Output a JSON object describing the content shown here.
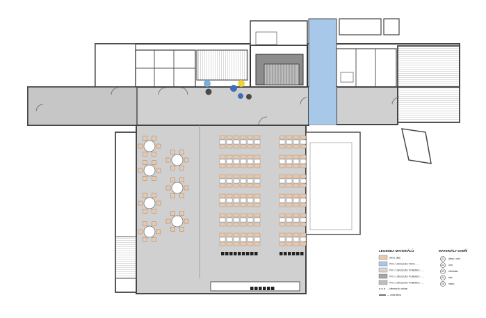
{
  "legend_materials": {
    "title": "LEGENDA MATERIÁLŮ",
    "items": [
      {
        "label": "dřevo, dlaž.",
        "color": "#e8c9ad"
      },
      {
        "label": "PVC / LINOLEUM / VINYL - ...",
        "color": "#a8c8ea"
      },
      {
        "label": "PVC / LINOLEUM / KOBEREC - ...",
        "color": "#d6d6d6"
      },
      {
        "label": "PVC / LINOLEUM / KOBEREC - ...",
        "color": "#a6a6a6"
      },
      {
        "label": "PVC / LINOLEUM / KOBEREC - ...",
        "color": "#bdbdbd"
      }
    ]
  },
  "legend_doors": {
    "title": "MATERIÁLY DVEŘÍ",
    "items": [
      {
        "code": "D1",
        "label": "dřevo / ocel"
      },
      {
        "code": "D2",
        "label": "ocel"
      },
      {
        "code": "D3",
        "label": "hliník/sklo"
      },
      {
        "code": "D4",
        "label": "sklo"
      },
      {
        "code": "D5",
        "label": "masiv"
      }
    ]
  },
  "legend_lines": [
    {
      "label": "-- zábrana do vstupu"
    },
    {
      "label": "— nová stěna"
    }
  ],
  "colors": {
    "floor_grey": "#d0d0d0",
    "floor_blue": "#a8c8ea",
    "furniture_tan": "#e8c9ad",
    "wall": "#444444",
    "stair_dark": "#8d8d8d",
    "marker_blue_light": "#7ab0e0",
    "marker_blue": "#3d6fb8",
    "marker_yellow": "#f2d23a",
    "marker_grey": "#4a4a4a"
  }
}
